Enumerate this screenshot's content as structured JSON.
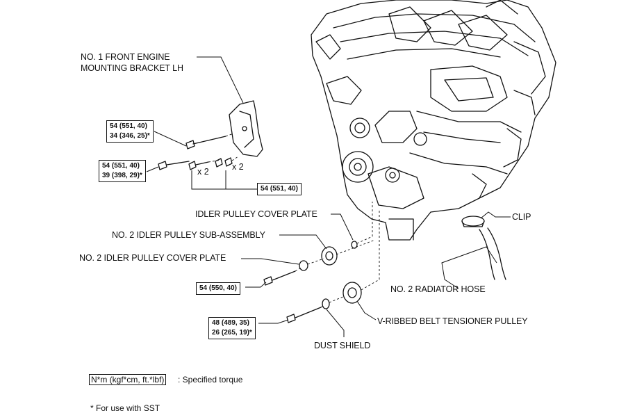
{
  "labels": {
    "bracket_line1": "NO. 1 FRONT ENGINE",
    "bracket_line2": "MOUNTING BRACKET LH",
    "idler_cover_plate": "IDLER PULLEY COVER PLATE",
    "no2_idler_sub_assembly": "NO. 2 IDLER PULLEY SUB-ASSEMBLY",
    "no2_idler_cover_plate": "NO. 2 IDLER PULLEY COVER PLATE",
    "clip": "CLIP",
    "no2_radiator_hose": "NO. 2 RADIATOR HOSE",
    "tensioner_pulley": "V-RIBBED BELT TENSIONER PULLEY",
    "dust_shield": "DUST SHIELD"
  },
  "torques": {
    "t1_line1": "54 (551, 40)",
    "t1_line2": "34 (346, 25)*",
    "t2_line1": "54 (551, 40)",
    "t2_line2": "39 (398, 29)*",
    "t3": "54 (551, 40)",
    "t4": "54 (550, 40)",
    "t5_line1": "48 (489, 35)",
    "t5_line2": "26 (265, 19)*"
  },
  "multipliers": {
    "m1": "x 2",
    "m2": "x 2"
  },
  "legend": {
    "unit_box": "N*m (kgf*cm, ft.*lbf)",
    "unit_text": ": Specified torque",
    "footnote": "* For use with SST"
  }
}
